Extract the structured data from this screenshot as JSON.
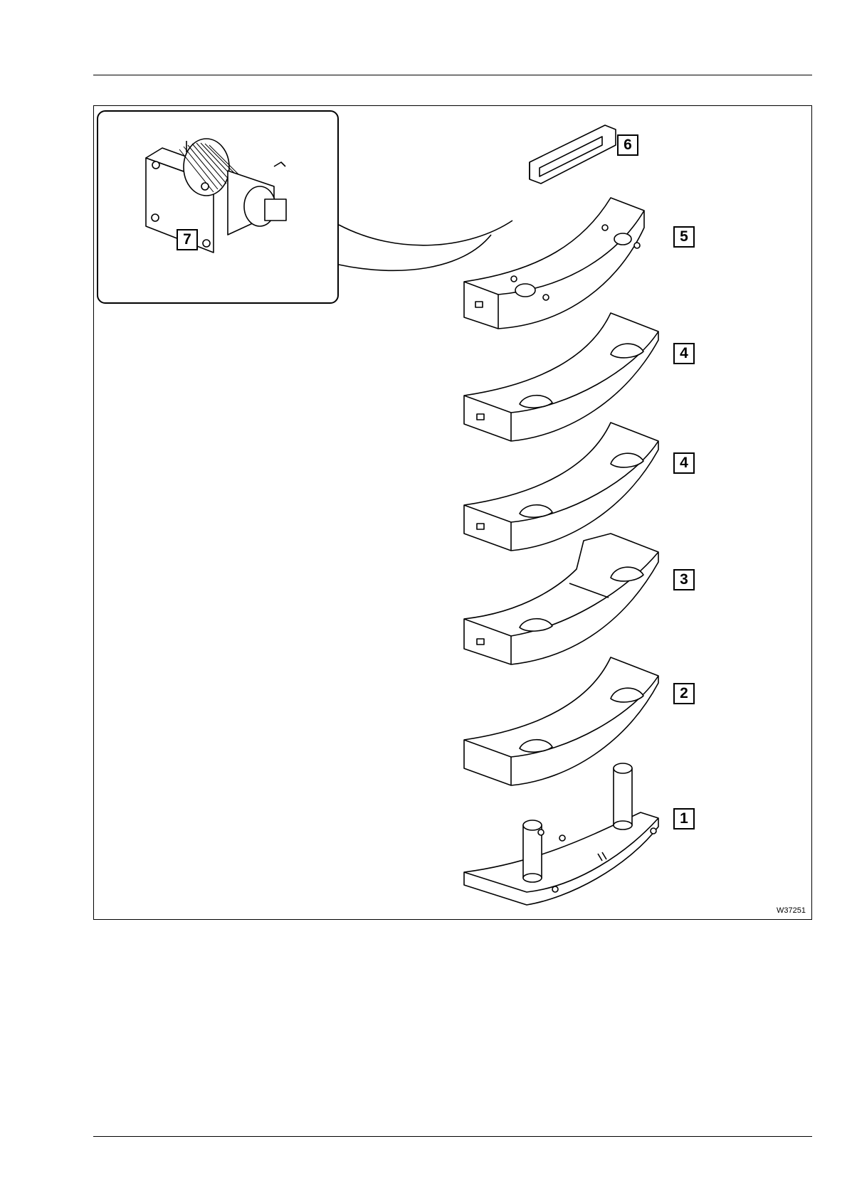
{
  "figure": {
    "callouts": {
      "part_7": "7",
      "part_6": "6",
      "part_5": "5",
      "part_4a": "4",
      "part_4b": "4",
      "part_3": "3",
      "part_2": "2",
      "part_1": "1"
    },
    "figure_id": "W37251"
  }
}
